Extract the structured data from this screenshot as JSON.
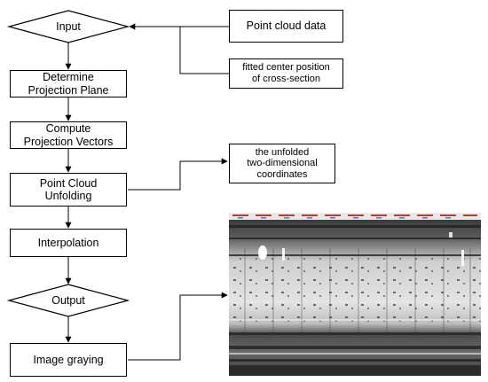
{
  "flow": {
    "input": "Input",
    "determine_line1": "Determine",
    "determine_line2": "Projection Plane",
    "compute_line1": "Compute",
    "compute_line2": "Projection Vectors",
    "unfold_line1": "Point Cloud",
    "unfold_line2": "Unfolding",
    "interpolation": "Interpolation",
    "output": "Output",
    "graying": "Image graying"
  },
  "side": {
    "point_cloud": "Point cloud data",
    "fitted_line1": "fitted center position",
    "fitted_line2": "of cross-section",
    "unfolded_line1": "the unfolded",
    "unfolded_line2": "two-dimensional",
    "unfolded_line3": "coordinates"
  },
  "colors": {
    "stroke": "#000000",
    "image_dark": "#3a3a3a",
    "image_light": "#d8d8d8",
    "ruler": "#c0392b"
  }
}
